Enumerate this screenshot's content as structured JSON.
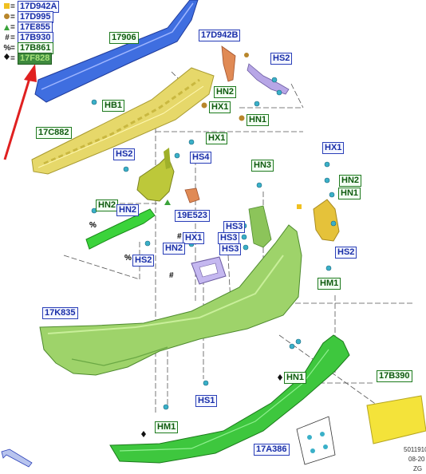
{
  "legend": [
    {
      "symbol": "square-yellow",
      "code": "17D942A"
    },
    {
      "symbol": "circle-brown",
      "code": "17D995"
    },
    {
      "symbol": "triangle-green",
      "code": "17E855"
    },
    {
      "symbol": "#",
      "code": "17B930"
    },
    {
      "symbol": "%",
      "code": "17B861"
    },
    {
      "symbol": "diamond-black",
      "code": "17F828"
    }
  ],
  "callouts": {
    "c17906": "17906",
    "c17d942b": "17D942B",
    "hs2_top": "HS2",
    "hb1": "HB1",
    "hn2_top": "HN2",
    "hx1_top": "HX1",
    "hn1_top": "HN1",
    "c17c882": "17C882",
    "hx1_mid": "HX1",
    "hs2_left": "HS2",
    "hs4": "HS4",
    "hn3": "HN3",
    "hx1_right": "HX1",
    "hn2_right": "HN2",
    "hn1_right": "HN1",
    "hn2_left_a": "HN2",
    "hn2_left_b": "HN2",
    "c19e523": "19E523",
    "hs3_a": "HS3",
    "hs3_b": "HS3",
    "hs3_c": "HS3",
    "hx1_center": "HX1",
    "hn2_center": "HN2",
    "hs2_center": "HS2",
    "hs2_right": "HS2",
    "hm1_right": "HM1",
    "c17k835": "17K835",
    "hn1_bottom": "HN1",
    "hs1": "HS1",
    "hm1_bottom": "HM1",
    "c17b390": "17B390",
    "c17a386": "17A386"
  },
  "markers": {
    "pct1": "%",
    "pct2": "%",
    "hash1": "#",
    "hash2": "#"
  },
  "stamp": {
    "line1": "5011910",
    "line2": "08-20",
    "line3": "ZG"
  }
}
